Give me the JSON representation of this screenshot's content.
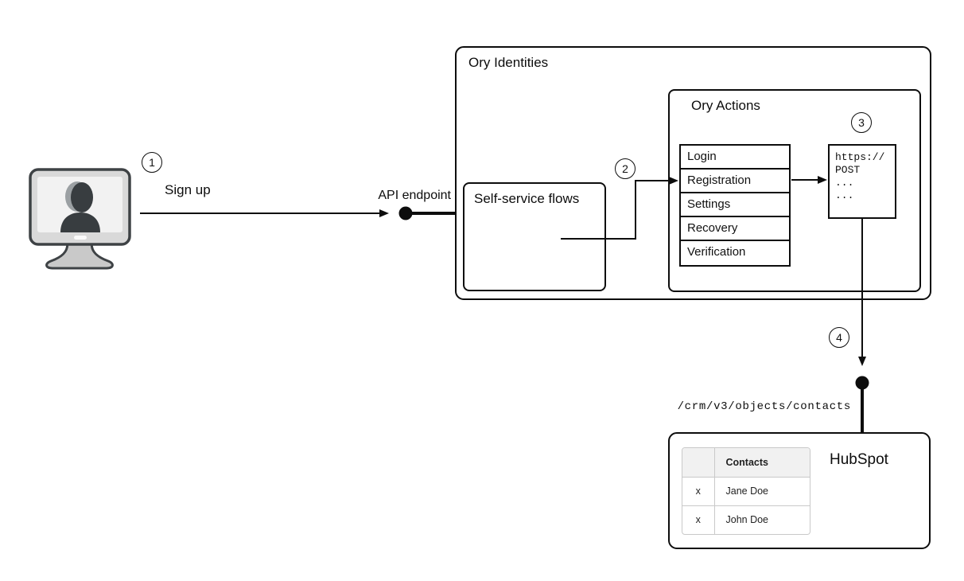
{
  "steps": {
    "s1": "1",
    "s2": "2",
    "s3": "3",
    "s4": "4"
  },
  "labels": {
    "sign_up": "Sign up",
    "api_endpoint": "API endpoint"
  },
  "ory_identities": {
    "title": "Ory Identities",
    "self_service_flows": {
      "title": "Self-service flows"
    },
    "ory_actions": {
      "title": "Ory Actions",
      "flows": [
        "Login",
        "Registration",
        "Settings",
        "Recovery",
        "Verification"
      ],
      "webhook_code": [
        "https://",
        "POST",
        "...",
        "..."
      ]
    }
  },
  "hubspot": {
    "title": "HubSpot",
    "endpoint_path": "/crm/v3/objects/contacts",
    "contacts_table": {
      "header": "Contacts",
      "rows": [
        [
          "x",
          "Jane Doe"
        ],
        [
          "x",
          "John Doe"
        ]
      ]
    }
  },
  "icons": {
    "user_computer": "user-on-computer-icon",
    "endpoint_dot": "endpoint-dot"
  },
  "colors": {
    "stroke": "#0d0d0d",
    "table_border": "#c9c9c9",
    "table_header_bg": "#f1f1f1",
    "monitor_frame": "#3e4245",
    "monitor_bezel": "#d9d9d9",
    "monitor_screen": "#f2f2f2",
    "silhouette": "#383d40",
    "silhouette_highlight": "#9ba0a3"
  }
}
